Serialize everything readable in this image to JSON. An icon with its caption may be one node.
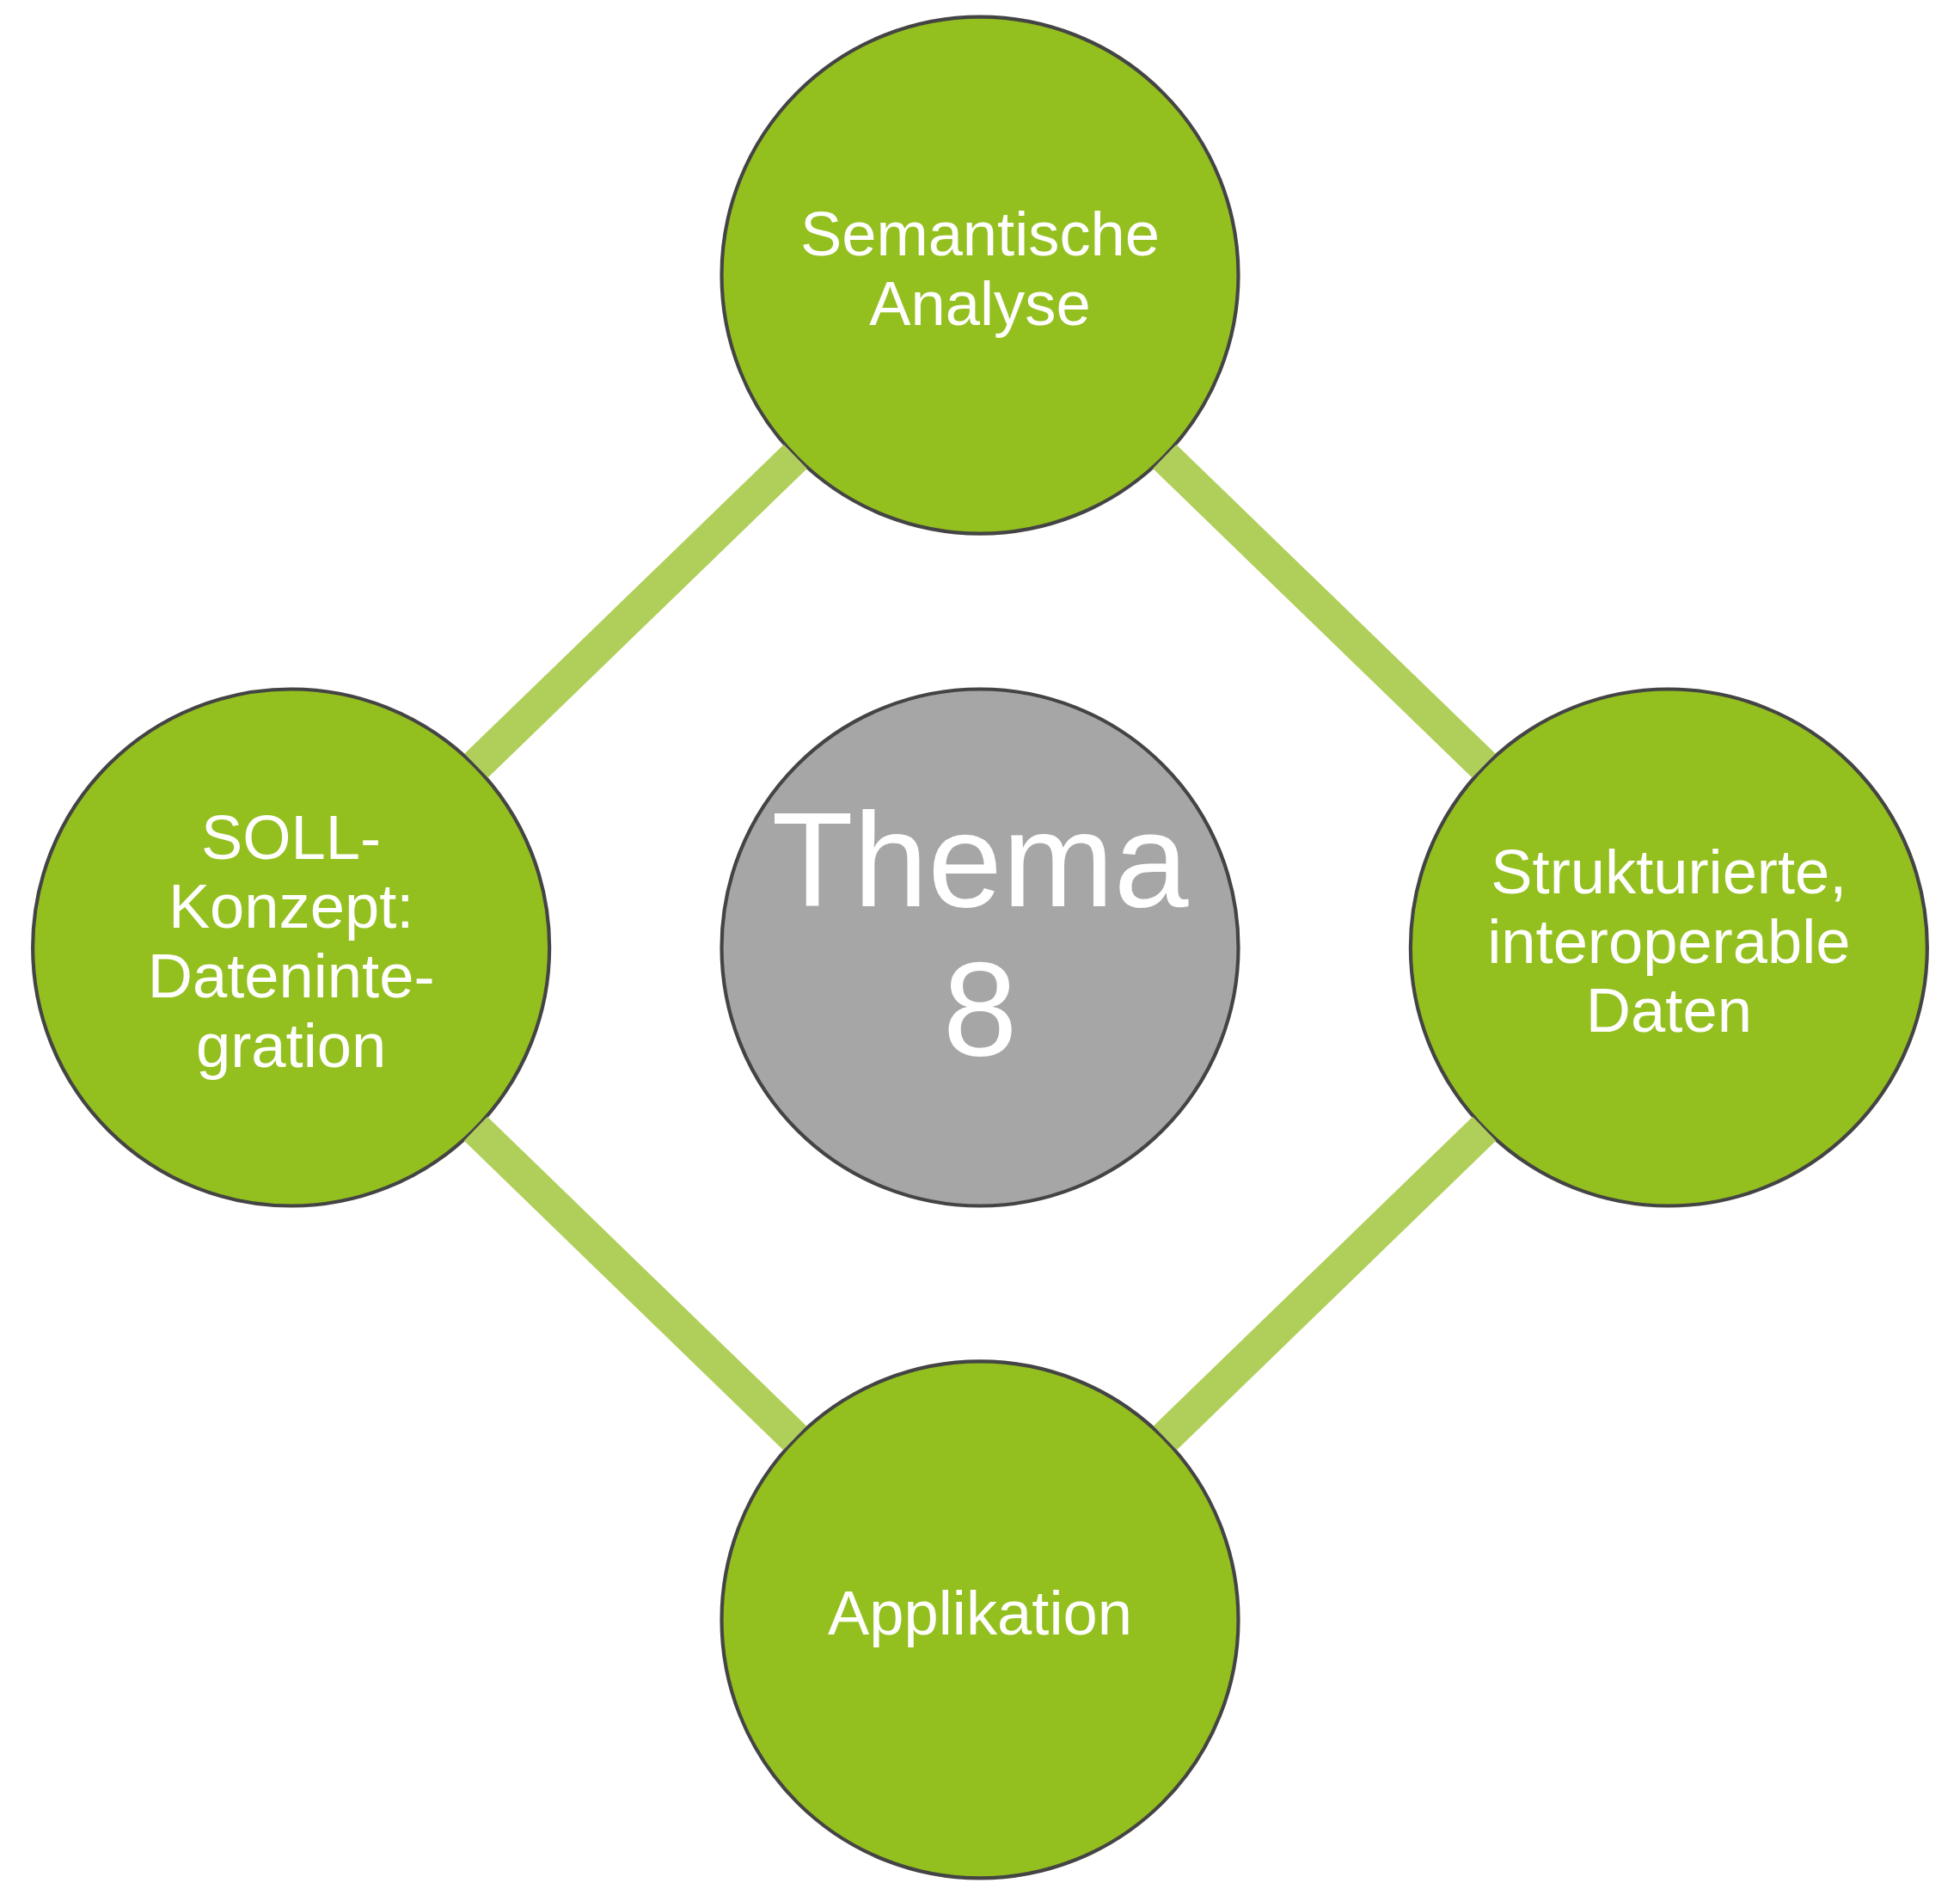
{
  "diagram": {
    "nodes": [
      {
        "text": [
          "Semantische Analyse"
        ]
      },
      {
        "text": [
          "SOLL- Konzept: Dateninte- gration"
        ]
      },
      {
        "text": [
          "Thema 8"
        ]
      },
      {
        "text": [
          "Strukturierte, interoperable Daten"
        ]
      },
      {
        "text": [
          "Applikation"
        ]
      }
    ],
    "edges": [
      {
        "from": 0,
        "to": 3,
        "arrow": "none"
      },
      {
        "from": 3,
        "to": 4,
        "arrow": "none"
      },
      {
        "from": 4,
        "to": 1,
        "arrow": "none"
      },
      {
        "from": 1,
        "to": 0,
        "arrow": "none"
      }
    ]
  }
}
